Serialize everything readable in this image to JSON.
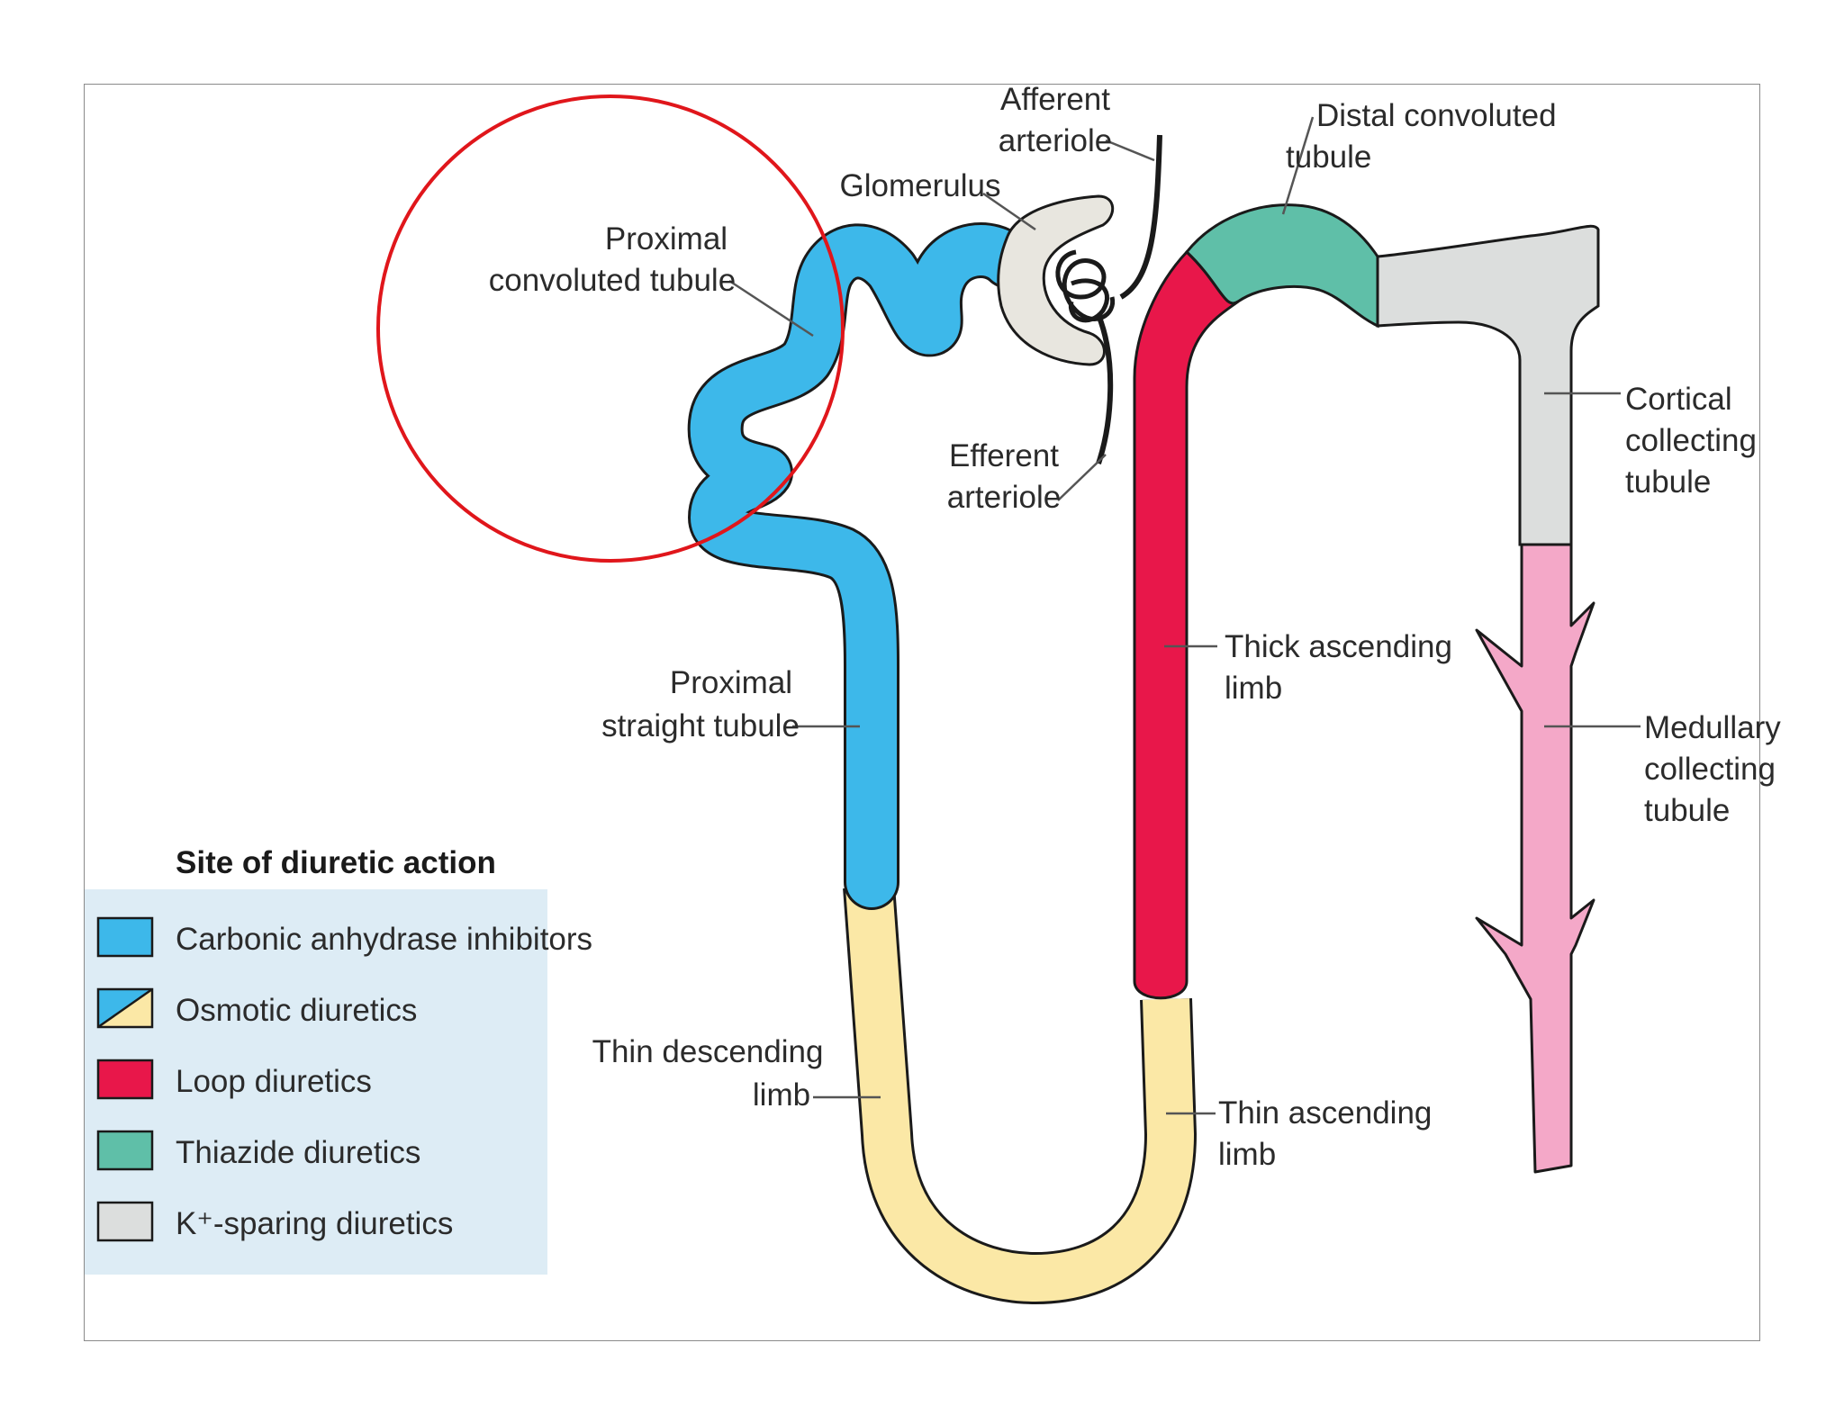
{
  "colors": {
    "carbonic": "#3db8ea",
    "osmotic_tan": "#fbe8a6",
    "loop": "#e8174a",
    "thiazide": "#5fbfa8",
    "k_sparing": "#dcdedd",
    "medullary": "#f4a8c8",
    "glomerulus": "#e8e6df",
    "legend_bg": "#ddecf5",
    "highlight_circle": "#e0161b",
    "outline": "#1a1a1a"
  },
  "labels": {
    "afferent_l1": "Afferent",
    "afferent_l2": "arteriole",
    "glomerulus": "Glomerulus",
    "pct_l1": "Proximal",
    "pct_l2": "convoluted tubule",
    "distal_l1": "Distal convoluted",
    "distal_l2": "tubule",
    "cortical_l1": "Cortical",
    "cortical_l2": "collecting",
    "cortical_l3": "tubule",
    "efferent_l1": "Efferent",
    "efferent_l2": "arteriole",
    "thick_l1": "Thick ascending",
    "thick_l2": "limb",
    "pst_l1": "Proximal",
    "pst_l2": "straight tubule",
    "medullary_l1": "Medullary",
    "medullary_l2": "collecting",
    "medullary_l3": "tubule",
    "thin_desc_l1": "Thin descending",
    "thin_desc_l2": "limb",
    "thin_asc_l1": "Thin ascending",
    "thin_asc_l2": "limb"
  },
  "legend": {
    "title": "Site of diuretic action",
    "items": [
      {
        "label": "Carbonic anhydrase inhibitors"
      },
      {
        "label": "Osmotic diuretics"
      },
      {
        "label": "Loop diuretics"
      },
      {
        "label": "Thiazide diuretics"
      },
      {
        "label": "K⁺-sparing diuretics"
      }
    ]
  }
}
